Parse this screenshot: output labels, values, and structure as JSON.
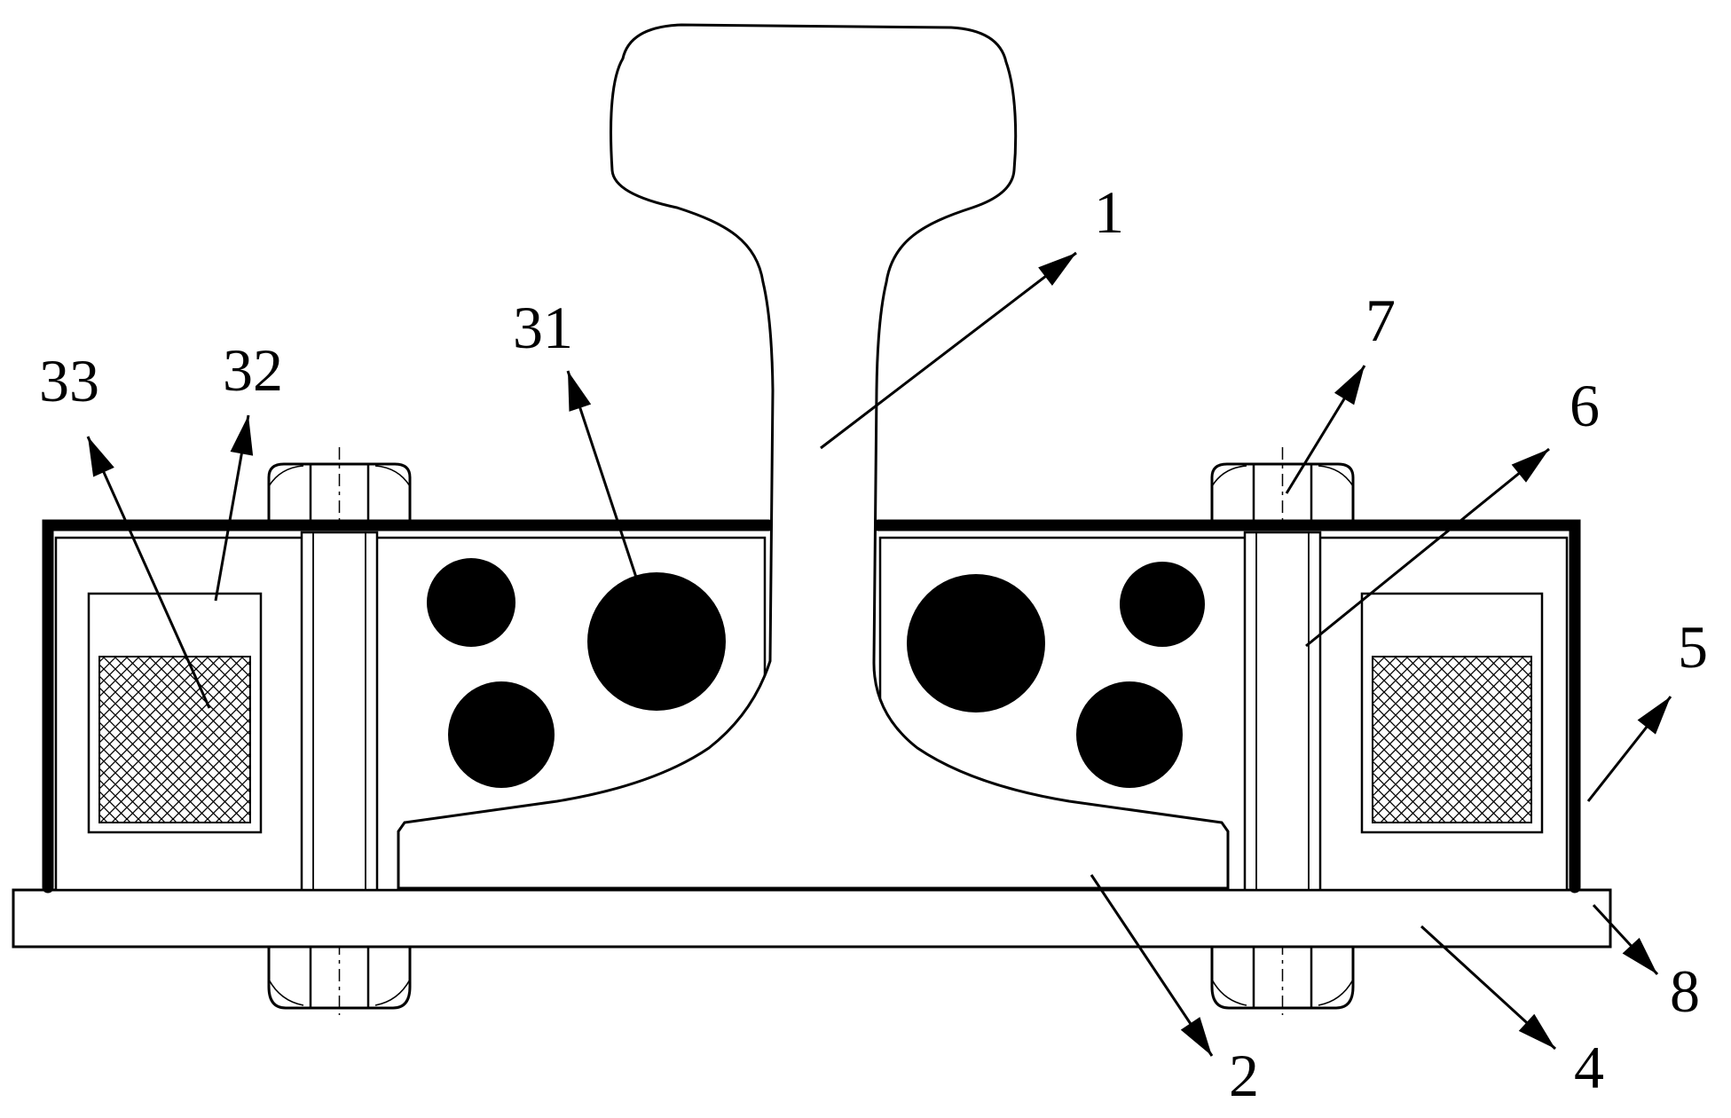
{
  "figure": {
    "colors": {
      "ink": "#000000",
      "paper": "#ffffff"
    },
    "labels": {
      "l1": "1",
      "l2": "2",
      "l31": "31",
      "l32": "32",
      "l33": "33",
      "l4": "4",
      "l5": "5",
      "l6": "6",
      "l7": "7",
      "l8": "8"
    }
  }
}
